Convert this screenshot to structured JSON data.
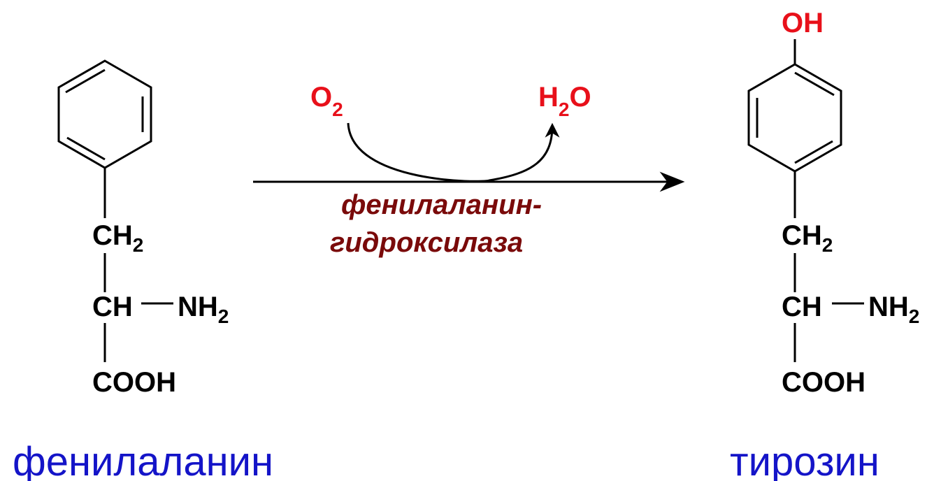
{
  "reactant": {
    "name": "фенилаланин",
    "groups": {
      "ch2": "CH",
      "ch2_sub": "2",
      "ch": "CH",
      "nh2": "NH",
      "nh2_sub": "2",
      "cooh": "COOH"
    }
  },
  "product": {
    "name": "тирозин",
    "oh": "OH",
    "groups": {
      "ch2": "CH",
      "ch2_sub": "2",
      "ch": "CH",
      "nh2": "NH",
      "nh2_sub": "2",
      "cooh": "COOH"
    }
  },
  "reaction": {
    "cosubstrate": {
      "main": "O",
      "sub": "2"
    },
    "byproduct": {
      "h": "H",
      "sub": "2",
      "o": "O"
    },
    "enzyme_line1": "фенилаланин-",
    "enzyme_line2": "гидроксилаза"
  },
  "colors": {
    "molecule_name": "#1414c8",
    "reagent": "#e8101a",
    "enzyme": "#7a0a0a"
  }
}
